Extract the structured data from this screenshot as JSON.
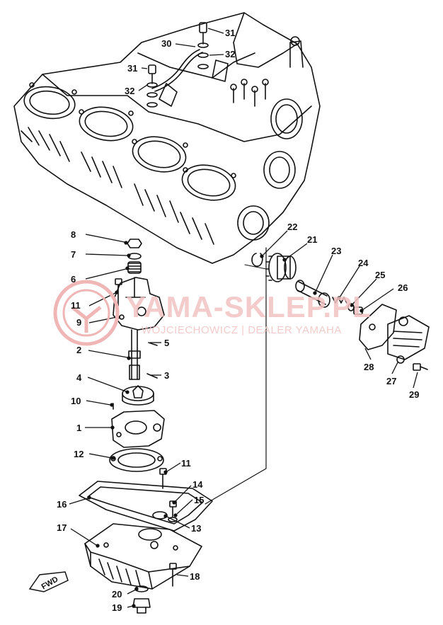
{
  "watermark": {
    "brand": "YAMA-SKLEP.PL",
    "dealer": "WOJCIECHOWICZ | DEALER YAMAHA"
  },
  "direction_marker": "FWD",
  "part_labels": [
    "1",
    "2",
    "3",
    "4",
    "5",
    "6",
    "7",
    "8",
    "9",
    "10",
    "11",
    "11",
    "12",
    "13",
    "14",
    "15",
    "16",
    "17",
    "18",
    "19",
    "20",
    "21",
    "22",
    "23",
    "24",
    "25",
    "26",
    "27",
    "28",
    "29",
    "30",
    "31",
    "31",
    "32",
    "32"
  ],
  "colors": {
    "ink": "#111111",
    "watermark": "#e86a6a"
  }
}
